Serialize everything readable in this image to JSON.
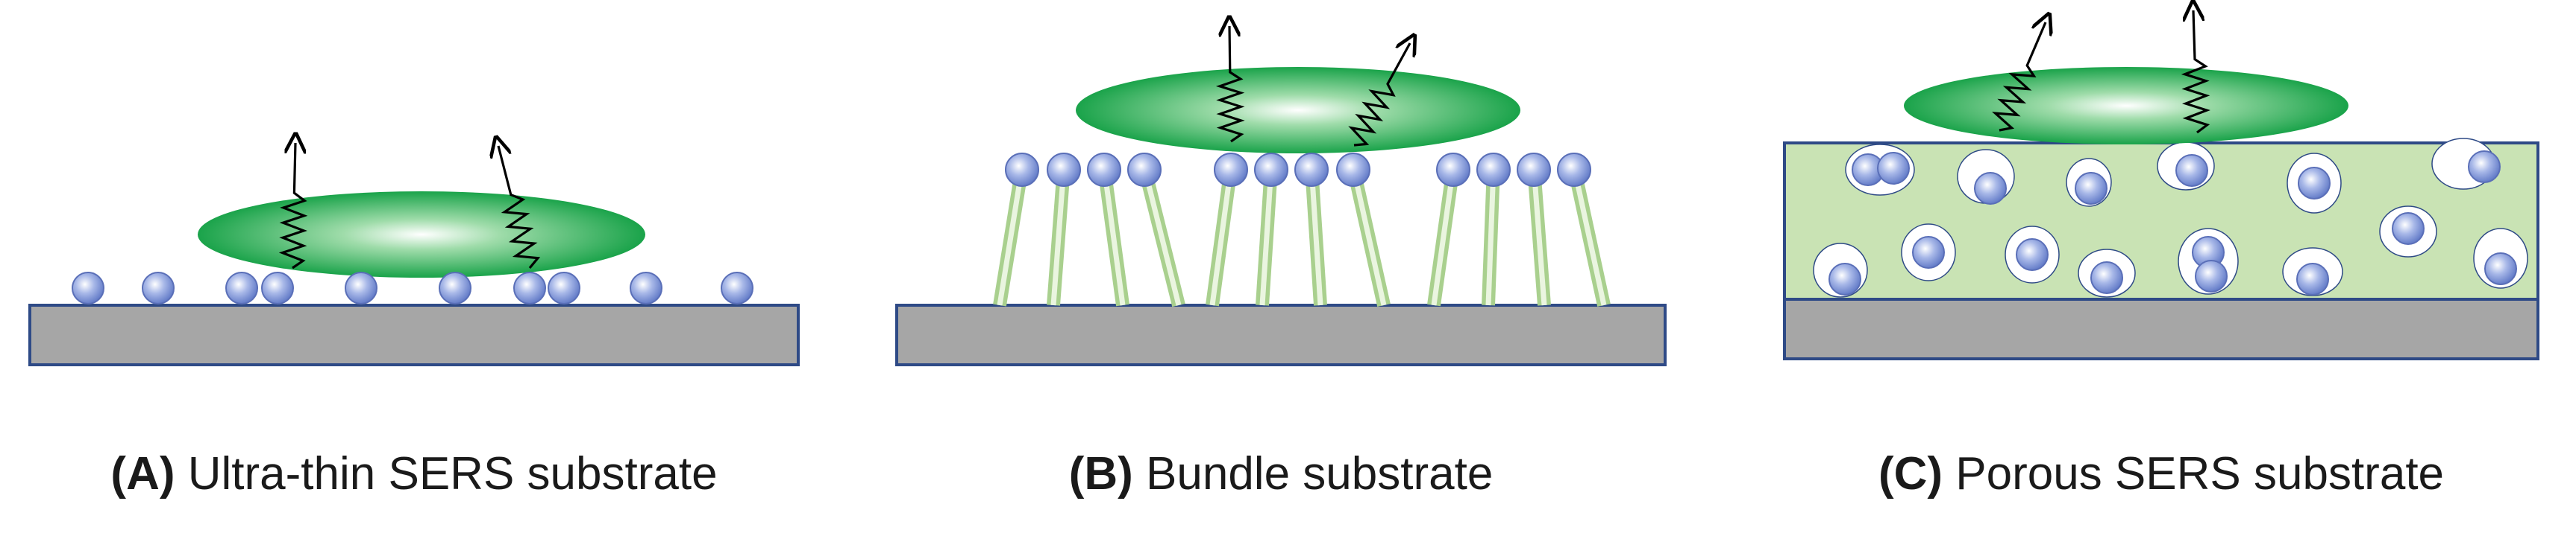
{
  "panels": [
    {
      "id": "A",
      "letter": "(A)",
      "label": "Ultra-thin SERS substrate"
    },
    {
      "id": "B",
      "letter": "(B)",
      "label": "Bundle substrate"
    },
    {
      "id": "C",
      "letter": "(C)",
      "label": "Porous SERS substrate"
    }
  ],
  "colors": {
    "substrate_fill": "#a6a6a6",
    "substrate_border": "#2e4a86",
    "laser_green": "#1aa34a",
    "nanoparticle": "#7f96d8",
    "bundle_stem": "#c9e3b4",
    "porous_layer": "#c9e3b4",
    "signal_line": "#000000"
  }
}
